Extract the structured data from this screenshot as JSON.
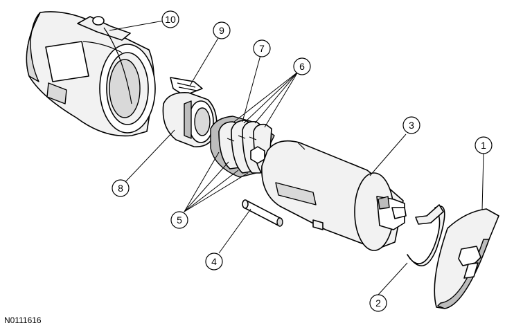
{
  "figure_id": "N0111616",
  "callouts": [
    "1",
    "2",
    "3",
    "4",
    "5",
    "6",
    "7",
    "8",
    "9",
    "10"
  ]
}
